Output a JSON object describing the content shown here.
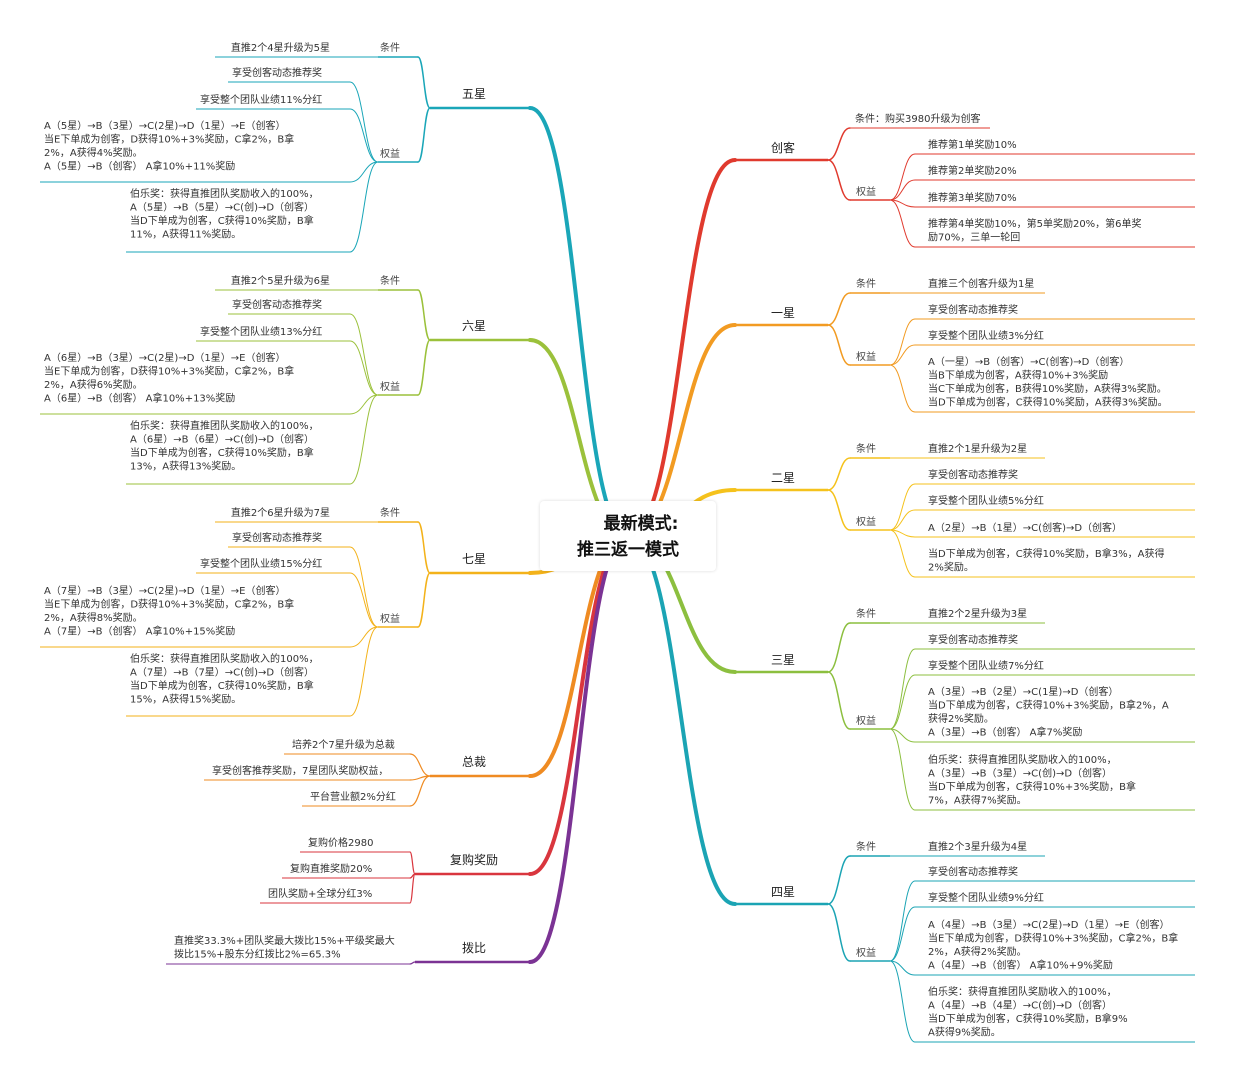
{
  "center": {
    "line1": "最新模式:",
    "line2": "推三返一模式"
  },
  "labels": {
    "condition": "条件",
    "benefit": "权益"
  },
  "colors": {
    "five": "#1aa6b8",
    "six": "#9bc13b",
    "seven": "#f3b21a",
    "boss": "#ef8b22",
    "repurchase": "#d9363e",
    "allocation": "#7b3394",
    "chuangke": "#e03a2e",
    "one": "#f29b22",
    "two": "#f5c21c",
    "three": "#8cbf3f",
    "four": "#1ba4b4"
  },
  "left": [
    {
      "key": "five",
      "name": "五星",
      "cond": "直推2个4星升级为5星",
      "items": [
        "享受创客动态推荐奖",
        "享受整个团队业绩11%分红",
        "A（5星）→B（3星）→C(2星)→D（1星）→E（创客）\n当E下单成为创客，D获得10%+3%奖励，C拿2%，B拿\n2%，A获得4%奖励。\nA（5星）→B（创客） A拿10%+11%奖励",
        "伯乐奖：获得直推团队奖励收入的100%，\nA（5星）→B（5星）→C(创)→D（创客）\n当D下单成为创客，C获得10%奖励，B拿\n11%，A获得11%奖励。"
      ]
    },
    {
      "key": "six",
      "name": "六星",
      "cond": "直推2个5星升级为6星",
      "items": [
        "享受创客动态推荐奖",
        "享受整个团队业绩13%分红",
        "A（6星）→B（3星）→C(2星)→D（1星）→E（创客）\n当E下单成为创客，D获得10%+3%奖励，C拿2%，B拿\n2%，A获得6%奖励。\nA（6星）→B（创客） A拿10%+13%奖励",
        "伯乐奖：获得直推团队奖励收入的100%，\nA（6星）→B（6星）→C(创)→D（创客）\n当D下单成为创客，C获得10%奖励，B拿\n13%，A获得13%奖励。"
      ]
    },
    {
      "key": "seven",
      "name": "七星",
      "cond": "直推2个6星升级为7星",
      "items": [
        "享受创客动态推荐奖",
        "享受整个团队业绩15%分红",
        "A（7星）→B（3星）→C(2星)→D（1星）→E（创客）\n当E下单成为创客，D获得10%+3%奖励，C拿2%，B拿\n2%，A获得8%奖励。\nA（7星）→B（创客） A拿10%+15%奖励",
        "伯乐奖：获得直推团队奖励收入的100%，\nA（7星）→B（7星）→C(创)→D（创客）\n当D下单成为创客，C获得10%奖励，B拿\n15%，A获得15%奖励。"
      ]
    },
    {
      "key": "boss",
      "name": "总裁",
      "items": [
        "培养2个7星升级为总裁",
        "享受创客推荐奖励，7星团队奖励权益，",
        "平台营业额2%分红"
      ]
    },
    {
      "key": "repurchase",
      "name": "复购奖励",
      "items": [
        "复购价格2980",
        "复购直推奖励20%",
        "团队奖励+全球分红3%"
      ]
    },
    {
      "key": "allocation",
      "name": "拨比",
      "items": [
        "直推奖33.3%+团队奖最大拨比15%+平级奖最大\n拨比15%+股东分红拨比2%=65.3%"
      ]
    }
  ],
  "right": [
    {
      "key": "chuangke",
      "name": "创客",
      "cond": "条件：购买3980升级为创客",
      "items": [
        "推荐第1单奖励10%",
        "推荐第2单奖励20%",
        "推荐第3单奖励70%",
        "推荐第4单奖励10%，第5单奖励20%，第6单奖\n励70%，三单一轮回"
      ]
    },
    {
      "key": "one",
      "name": "一星",
      "cond": "直推三个创客升级为1星",
      "items": [
        "享受创客动态推荐奖",
        "享受整个团队业绩3%分红",
        "A（一星）→B（创客）→C(创客)→D（创客）\n当B下单成为创客，A获得10%+3%奖励\n当C下单成为创客，B获得10%奖励，A获得3%奖励。\n当D下单成为创客，C获得10%奖励，A获得3%奖励。"
      ]
    },
    {
      "key": "two",
      "name": "二星",
      "cond": "直推2个1星升级为2星",
      "items": [
        "享受创客动态推荐奖",
        "享受整个团队业绩5%分红",
        "A（2星）→B（1星）→C(创客)→D（创客）",
        "当D下单成为创客，C获得10%奖励，B拿3%，A获得\n2%奖励。"
      ]
    },
    {
      "key": "three",
      "name": "三星",
      "cond": "直推2个2星升级为3星",
      "items": [
        "享受创客动态推荐奖",
        "享受整个团队业绩7%分红",
        "A（3星）→B（2星）→C(1星)→D（创客）\n当D下单成为创客，C获得10%+3%奖励，B拿2%，A\n获得2%奖励。\nA（3星）→B（创客） A拿7%奖励",
        "伯乐奖：获得直推团队奖励收入的100%，\nA（3星）→B（3星）→C(创)→D（创客）\n当D下单成为创客，C获得10%+3%奖励，B拿\n7%，A获得7%奖励。"
      ]
    },
    {
      "key": "four",
      "name": "四星",
      "cond": "直推2个3星升级为4星",
      "items": [
        "享受创客动态推荐奖",
        "享受整个团队业绩9%分红",
        "A（4星）→B（3星）→C(2星)→D（1星）→E（创客）\n当E下单成为创客，D获得10%+3%奖励，C拿2%，B拿\n2%，A获得2%奖励。\nA（4星）→B（创客） A拿10%+9%奖励",
        "伯乐奖：获得直推团队奖励收入的100%，\nA（4星）→B（4星）→C(创)→D（创客）\n当D下单成为创客，C获得10%奖励，B拿9%\nA获得9%奖励。"
      ]
    }
  ]
}
